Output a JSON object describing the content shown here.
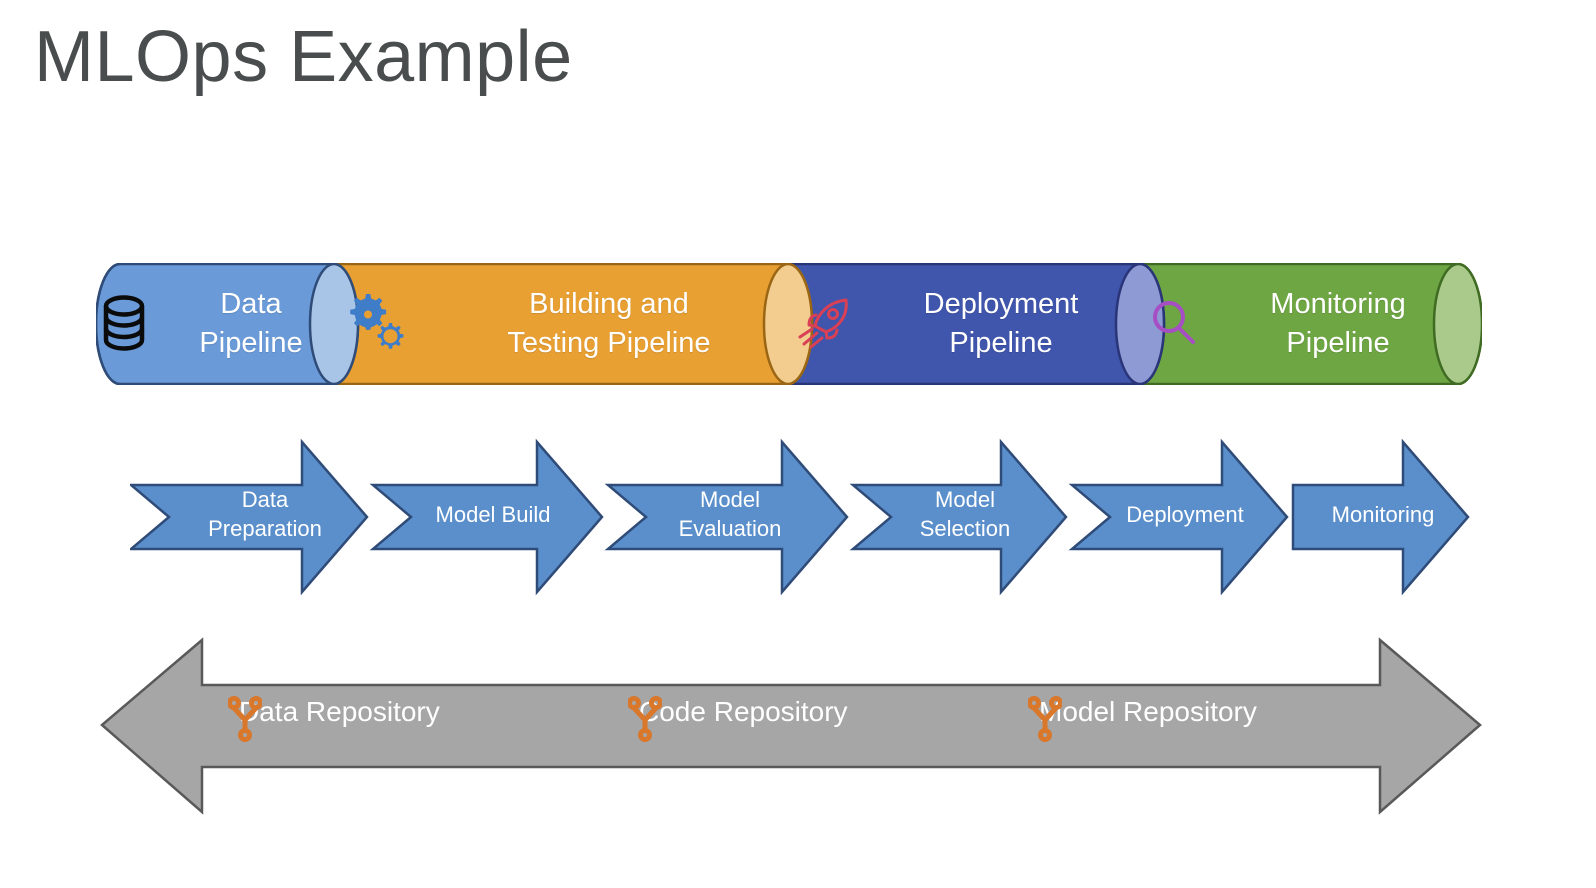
{
  "slide": {
    "title": "MLOps Example",
    "background_color": "#ffffff",
    "title_color": "#4a4d4e"
  },
  "pipeline": {
    "name": "mlops-pipeline-bar",
    "segments": [
      {
        "label": "Data\nPipeline",
        "label_line1": "Data",
        "label_line2": "Pipeline",
        "icon": "database-icon",
        "icon_color": "#000000",
        "fill": "#6a9bd8",
        "cap_fill": "#a8c4e6",
        "stroke": "#2f4b78"
      },
      {
        "label": "Building and\nTesting Pipeline",
        "label_line1": "Building and",
        "label_line2": "Testing Pipeline",
        "icon": "gears-icon",
        "icon_color": "#3f7dc9",
        "fill": "#e8a033",
        "cap_fill": "#f3cd8f",
        "stroke": "#9a6614"
      },
      {
        "label": "Deployment\nPipeline",
        "label_line1": "Deployment",
        "label_line2": "Pipeline",
        "icon": "rocket-icon",
        "icon_color": "#d94055",
        "fill": "#4055ac",
        "cap_fill": "#8d9ad4",
        "stroke": "#2a3578"
      },
      {
        "label": "Monitoring\nPipeline",
        "label_line1": "Monitoring",
        "label_line2": "Pipeline",
        "icon": "magnifier-icon",
        "icon_color": "#a64ec4",
        "fill": "#6fa644",
        "cap_fill": "#a9ca8a",
        "stroke": "#3f6b22"
      }
    ]
  },
  "stages": {
    "name": "mlops-stage-arrows",
    "fill": "#5b8fcb",
    "stroke": "#2f4b78",
    "text_color": "#ffffff",
    "items": [
      {
        "label": "Data\nPreparation",
        "line1": "Data",
        "line2": "Preparation"
      },
      {
        "label": "Model Build",
        "line1": "Model Build",
        "line2": ""
      },
      {
        "label": "Model\nEvaluation",
        "line1": "Model",
        "line2": "Evaluation"
      },
      {
        "label": "Model\nSelection",
        "line1": "Model",
        "line2": "Selection"
      },
      {
        "label": "Deployment",
        "line1": "Deployment",
        "line2": ""
      },
      {
        "label": "Monitoring",
        "line1": "Monitoring",
        "line2": ""
      }
    ]
  },
  "repositories": {
    "name": "mlops-repository-bar",
    "fill": "#a6a6a6",
    "stroke": "#595959",
    "icon": "git-branch-icon",
    "icon_color": "#d9772b",
    "text_color": "#ffffff",
    "items": [
      {
        "label": "Data Repository"
      },
      {
        "label": "Code Repository"
      },
      {
        "label": "Model Repository"
      }
    ]
  }
}
